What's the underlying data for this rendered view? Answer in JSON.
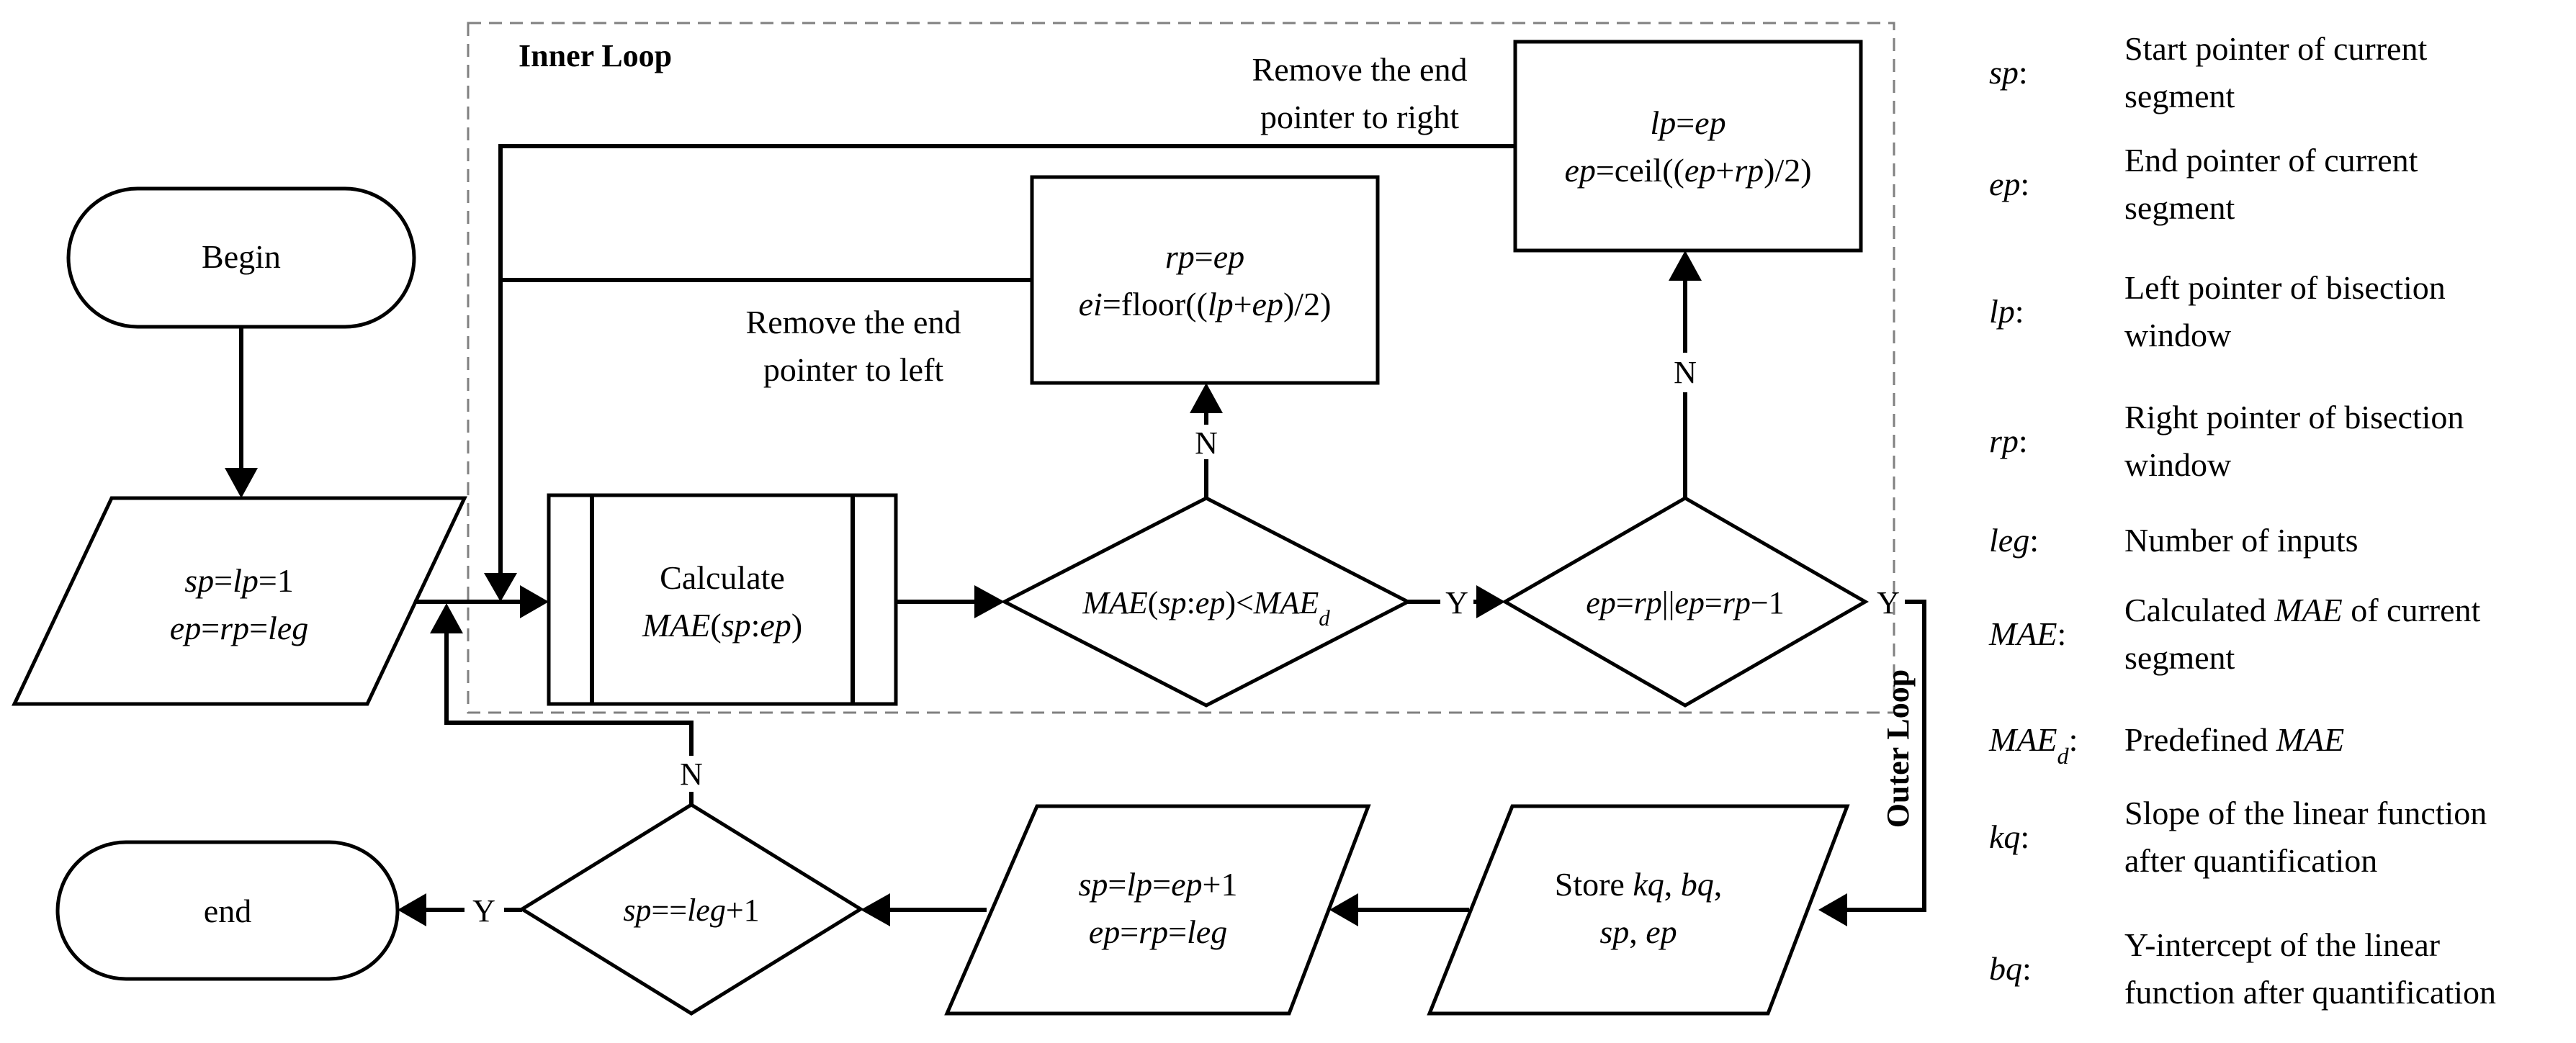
{
  "regions": {
    "inner_loop": "Inner Loop",
    "outer_loop": "Outer Loop"
  },
  "nodes": {
    "begin": "Begin",
    "end": "end",
    "init": {
      "line1": [
        {
          "t": "sp",
          "i": true
        },
        {
          "t": "=",
          "i": false
        },
        {
          "t": "lp",
          "i": true
        },
        {
          "t": "=1",
          "i": false
        }
      ],
      "line2": [
        {
          "t": "ep",
          "i": true
        },
        {
          "t": "=",
          "i": false
        },
        {
          "t": "rp",
          "i": true
        },
        {
          "t": "=",
          "i": false
        },
        {
          "t": "leg",
          "i": true
        }
      ]
    },
    "calculate": {
      "line1": [
        {
          "t": "Calculate",
          "i": false
        }
      ],
      "line2": [
        {
          "t": "MAE",
          "i": true
        },
        {
          "t": "(",
          "i": false
        },
        {
          "t": "sp",
          "i": true
        },
        {
          "t": ":",
          "i": false
        },
        {
          "t": "ep",
          "i": true
        },
        {
          "t": ")",
          "i": false
        }
      ]
    },
    "mae_check": {
      "line1": [
        {
          "t": "MAE",
          "i": true
        },
        {
          "t": "(",
          "i": false
        },
        {
          "t": "sp",
          "i": true
        },
        {
          "t": ":",
          "i": false
        },
        {
          "t": "ep",
          "i": true
        },
        {
          "t": ")<",
          "i": false
        },
        {
          "t": "MAE",
          "i": true
        },
        {
          "t": "d",
          "i": true,
          "sub": true
        }
      ]
    },
    "ep_check": {
      "line1": [
        {
          "t": "ep",
          "i": true
        },
        {
          "t": "=",
          "i": false
        },
        {
          "t": "rp",
          "i": true
        },
        {
          "t": "||",
          "i": false
        },
        {
          "t": "ep",
          "i": true
        },
        {
          "t": "=",
          "i": false
        },
        {
          "t": "rp",
          "i": true
        },
        {
          "t": "−1",
          "i": false
        }
      ]
    },
    "move_left": {
      "line1": [
        {
          "t": "rp",
          "i": true
        },
        {
          "t": "=",
          "i": false
        },
        {
          "t": "ep",
          "i": true
        }
      ],
      "line2": [
        {
          "t": "ei",
          "i": true
        },
        {
          "t": "=floor((",
          "i": false
        },
        {
          "t": "lp",
          "i": true
        },
        {
          "t": "+",
          "i": false
        },
        {
          "t": "ep",
          "i": true
        },
        {
          "t": ")/2)",
          "i": false
        }
      ]
    },
    "move_right": {
      "line1": [
        {
          "t": "lp",
          "i": true
        },
        {
          "t": "=",
          "i": false
        },
        {
          "t": "ep",
          "i": true
        }
      ],
      "line2": [
        {
          "t": "ep",
          "i": true
        },
        {
          "t": "=ceil((",
          "i": false
        },
        {
          "t": "ep",
          "i": true
        },
        {
          "t": "+",
          "i": false
        },
        {
          "t": "rp",
          "i": true
        },
        {
          "t": ")/2)",
          "i": false
        }
      ]
    },
    "store": {
      "line1": [
        {
          "t": "Store ",
          "i": false
        },
        {
          "t": "kq",
          "i": true
        },
        {
          "t": ", ",
          "i": false
        },
        {
          "t": "bq",
          "i": true
        },
        {
          "t": ",",
          "i": false
        }
      ],
      "line2": [
        {
          "t": "sp",
          "i": true
        },
        {
          "t": ", ",
          "i": false
        },
        {
          "t": "ep",
          "i": true
        }
      ]
    },
    "update": {
      "line1": [
        {
          "t": "sp",
          "i": true
        },
        {
          "t": "=",
          "i": false
        },
        {
          "t": "lp",
          "i": true
        },
        {
          "t": "=",
          "i": false
        },
        {
          "t": "ep",
          "i": true
        },
        {
          "t": "+1",
          "i": false
        }
      ],
      "line2": [
        {
          "t": "ep",
          "i": true
        },
        {
          "t": "=",
          "i": false
        },
        {
          "t": "rp",
          "i": true
        },
        {
          "t": "=",
          "i": false
        },
        {
          "t": "leg",
          "i": true
        }
      ]
    },
    "sp_check": {
      "line1": [
        {
          "t": "sp",
          "i": true
        },
        {
          "t": "==",
          "i": false
        },
        {
          "t": "leg",
          "i": true
        },
        {
          "t": "+1",
          "i": false
        }
      ]
    }
  },
  "edge_labels": {
    "remove_right_1": "Remove the end",
    "remove_right_2": "pointer to right",
    "remove_left_1": "Remove the end",
    "remove_left_2": "pointer to left",
    "mae_no": "N",
    "mae_yes": "Y",
    "ep_no": "N",
    "ep_yes": "Y",
    "sp_no": "N",
    "sp_yes": "Y"
  },
  "legend": [
    {
      "term": [
        {
          "t": "sp",
          "i": true
        },
        {
          "t": ":",
          "i": false
        }
      ],
      "lines": [
        [
          {
            "t": "Start pointer of current",
            "i": false
          }
        ],
        [
          {
            "t": "segment",
            "i": false
          }
        ]
      ]
    },
    {
      "term": [
        {
          "t": "ep",
          "i": true
        },
        {
          "t": ":",
          "i": false
        }
      ],
      "lines": [
        [
          {
            "t": "End pointer of current",
            "i": false
          }
        ],
        [
          {
            "t": "segment",
            "i": false
          }
        ]
      ]
    },
    {
      "term": [
        {
          "t": "lp",
          "i": true
        },
        {
          "t": ":",
          "i": false
        }
      ],
      "lines": [
        [
          {
            "t": "Left pointer of bisection",
            "i": false
          }
        ],
        [
          {
            "t": "window",
            "i": false
          }
        ]
      ]
    },
    {
      "term": [
        {
          "t": "rp",
          "i": true
        },
        {
          "t": ":",
          "i": false
        }
      ],
      "lines": [
        [
          {
            "t": "Right pointer of bisection",
            "i": false
          }
        ],
        [
          {
            "t": "window",
            "i": false
          }
        ]
      ]
    },
    {
      "term": [
        {
          "t": "leg",
          "i": true
        },
        {
          "t": ":",
          "i": false
        }
      ],
      "lines": [
        [
          {
            "t": "Number of inputs",
            "i": false
          }
        ]
      ]
    },
    {
      "term": [
        {
          "t": "MAE",
          "i": true
        },
        {
          "t": ":",
          "i": false
        }
      ],
      "lines": [
        [
          {
            "t": "Calculated ",
            "i": false
          },
          {
            "t": "MAE",
            "i": true
          },
          {
            "t": " of current",
            "i": false
          }
        ],
        [
          {
            "t": "segment",
            "i": false
          }
        ]
      ]
    },
    {
      "term": [
        {
          "t": "MAE",
          "i": true
        },
        {
          "t": "d",
          "i": true,
          "sub": true
        },
        {
          "t": ":",
          "i": false
        }
      ],
      "lines": [
        [
          {
            "t": "Predefined ",
            "i": false
          },
          {
            "t": "MAE",
            "i": true
          }
        ]
      ]
    },
    {
      "term": [
        {
          "t": "kq",
          "i": true
        },
        {
          "t": ":",
          "i": false
        }
      ],
      "lines": [
        [
          {
            "t": "Slope of the linear function",
            "i": false
          }
        ],
        [
          {
            "t": "after quantification",
            "i": false
          }
        ]
      ]
    },
    {
      "term": [
        {
          "t": "bq",
          "i": true
        },
        {
          "t": ":",
          "i": false
        }
      ],
      "lines": [
        [
          {
            "t": "Y-intercept of the linear",
            "i": false
          }
        ],
        [
          {
            "t": "function after quantification",
            "i": false
          }
        ]
      ]
    }
  ]
}
